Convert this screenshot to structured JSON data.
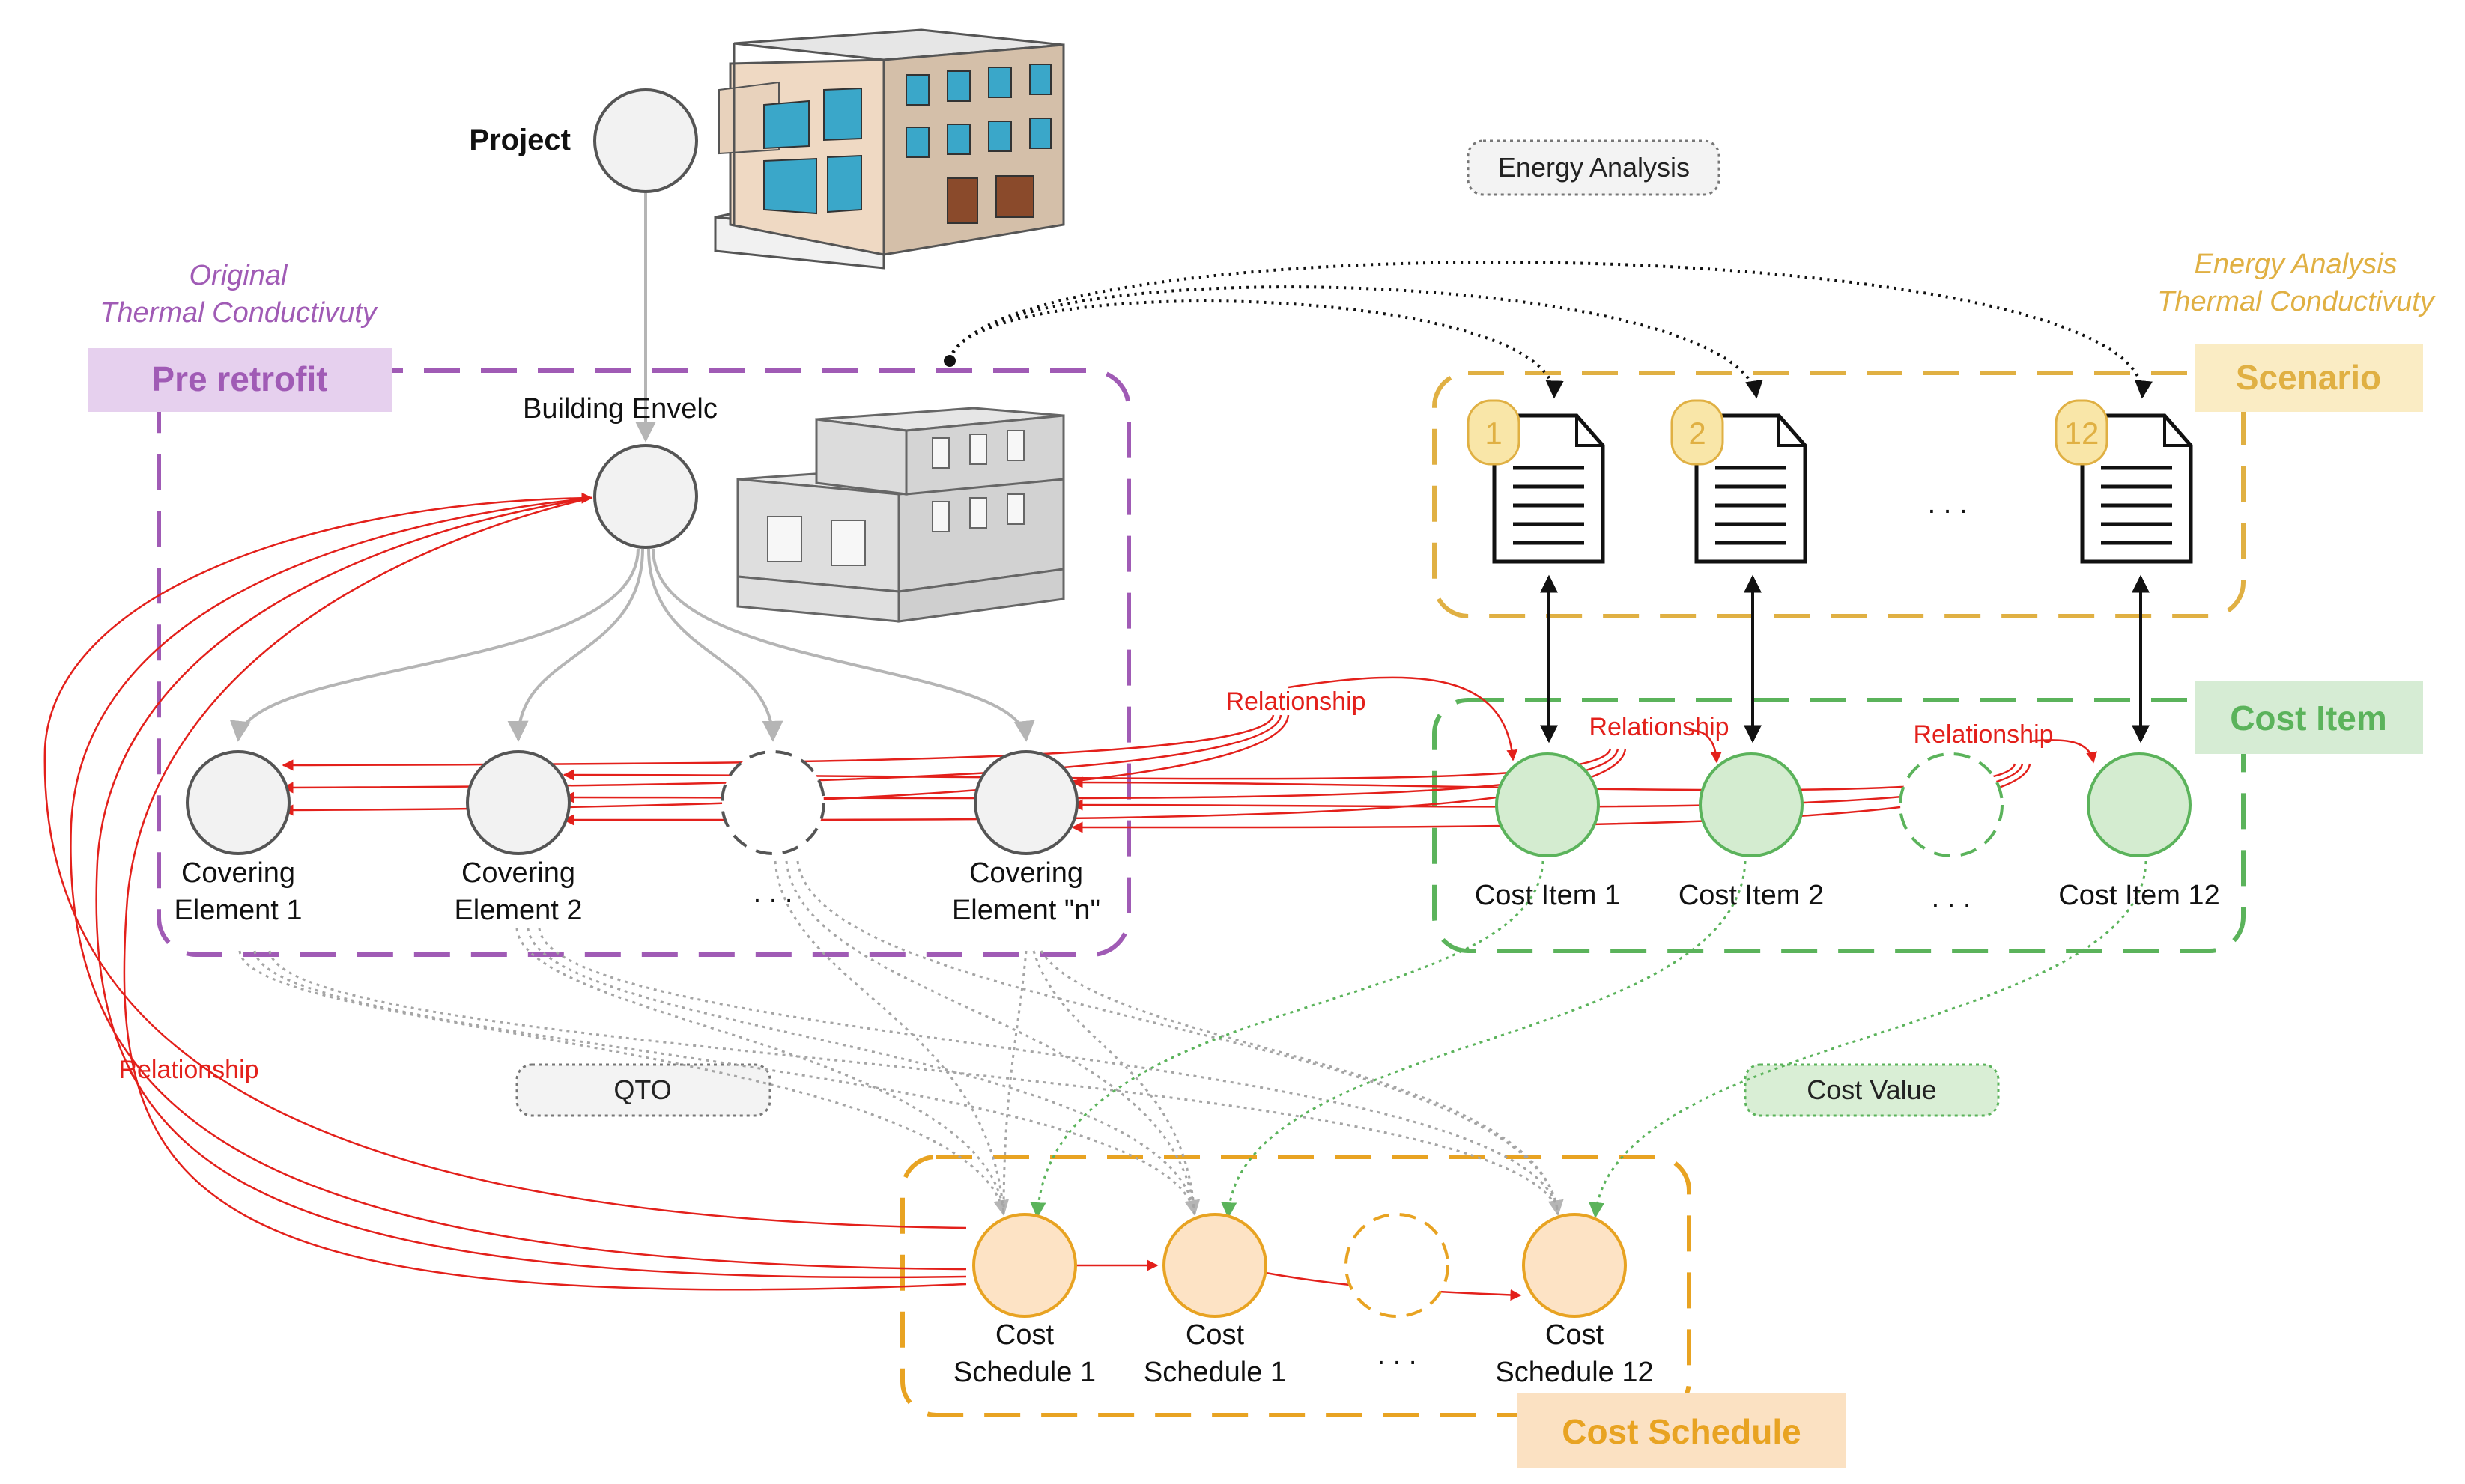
{
  "colors": {
    "pre_retrofit": "#a05bb5",
    "scenario": "#e0b043",
    "cost_item": "#5bb35b",
    "cost_schedule": "#e8a322",
    "relationship": "#e3201b",
    "neutral": "#666666"
  },
  "labels": {
    "project": "Project",
    "building_envelope": "Building Envelc",
    "original": "Original",
    "thermal_conductivity_left": "Thermal Conductivuty",
    "energy_analysis_title": "Energy Analysis",
    "thermal_conductivity_right": "Thermal Conductivuty",
    "energy_analysis_pill": "Energy Analysis",
    "qto_pill": "QTO",
    "cost_value_pill": "Cost Value",
    "ellipsis": ". . ."
  },
  "groups": {
    "pre_retrofit": "Pre retrofit",
    "scenario": "Scenario",
    "cost_item": "Cost Item",
    "cost_schedule": "Cost Schedule"
  },
  "relationships": {
    "r1": "Relationship",
    "r2": "Relationship",
    "r3": "Relationship",
    "r4": "Relationship"
  },
  "covering_elements": [
    {
      "line1": "Covering",
      "line2": "Element 1"
    },
    {
      "line1": "Covering",
      "line2": "Element 2"
    },
    {
      "line1": "Covering",
      "line2": "Element \"n\""
    }
  ],
  "scenarios": [
    "1",
    "2",
    "12"
  ],
  "cost_items": [
    "Cost Item 1",
    "Cost Item 2",
    "Cost Item 12"
  ],
  "cost_schedules": [
    {
      "line1": "Cost",
      "line2": "Schedule 1"
    },
    {
      "line1": "Cost",
      "line2": "Schedule 1"
    },
    {
      "line1": "Cost",
      "line2": "Schedule 12"
    }
  ]
}
